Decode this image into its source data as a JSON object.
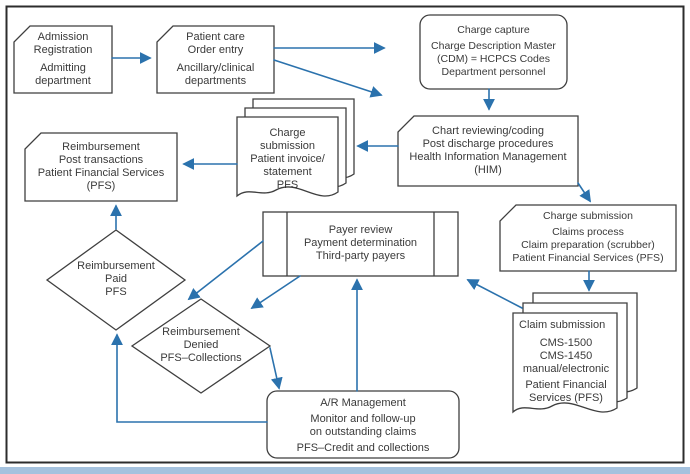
{
  "colors": {
    "arrow": "#2b72ad",
    "shape_border": "#3f3f3f",
    "outer_border": "#2c2c2c",
    "text": "#3a3a3a",
    "bottom_strip": "#a5c2de",
    "background": "#ffffff"
  },
  "nodes": {
    "admission": {
      "lines": [
        "Admission",
        "Registration",
        "Admitting",
        "department"
      ]
    },
    "patient_care": {
      "lines": [
        "Patient care",
        "Order entry",
        "Ancillary/clinical",
        "departments"
      ]
    },
    "charge_capture": {
      "lines": [
        "Charge capture",
        "Charge Description Master",
        "(CDM) = HCPCS Codes",
        "Department personnel"
      ]
    },
    "chart_review": {
      "lines": [
        "Chart reviewing/coding",
        "Post discharge procedures",
        "Health Information Management",
        "(HIM)"
      ]
    },
    "charge_submission_invoice": {
      "lines": [
        "Charge",
        "submission",
        "Patient invoice/",
        "statement",
        "PFS"
      ]
    },
    "reimbursement_post": {
      "lines": [
        "Reimbursement",
        "Post transactions",
        "Patient Financial Services",
        "(PFS)"
      ]
    },
    "charge_submission_claims": {
      "lines": [
        "Charge submission",
        "Claims process",
        "Claim preparation (scrubber)",
        "Patient Financial Services (PFS)"
      ]
    },
    "payer_review": {
      "lines": [
        "Payer review",
        "Payment determination",
        "Third-party payers"
      ]
    },
    "reimbursement_paid": {
      "lines": [
        "Reimbursement",
        "Paid",
        "PFS"
      ]
    },
    "reimbursement_denied": {
      "lines": [
        "Reimbursement",
        "Denied",
        "PFS–Collections"
      ]
    },
    "ar_management": {
      "lines": [
        "A/R Management",
        "Monitor and follow-up",
        "on outstanding claims",
        "PFS–Credit and collections"
      ]
    },
    "claim_submission": {
      "lines": [
        "Claim submission",
        "CMS-1500",
        "CMS-1450",
        "manual/electronic",
        "Patient Financial",
        "Services (PFS)"
      ]
    }
  }
}
